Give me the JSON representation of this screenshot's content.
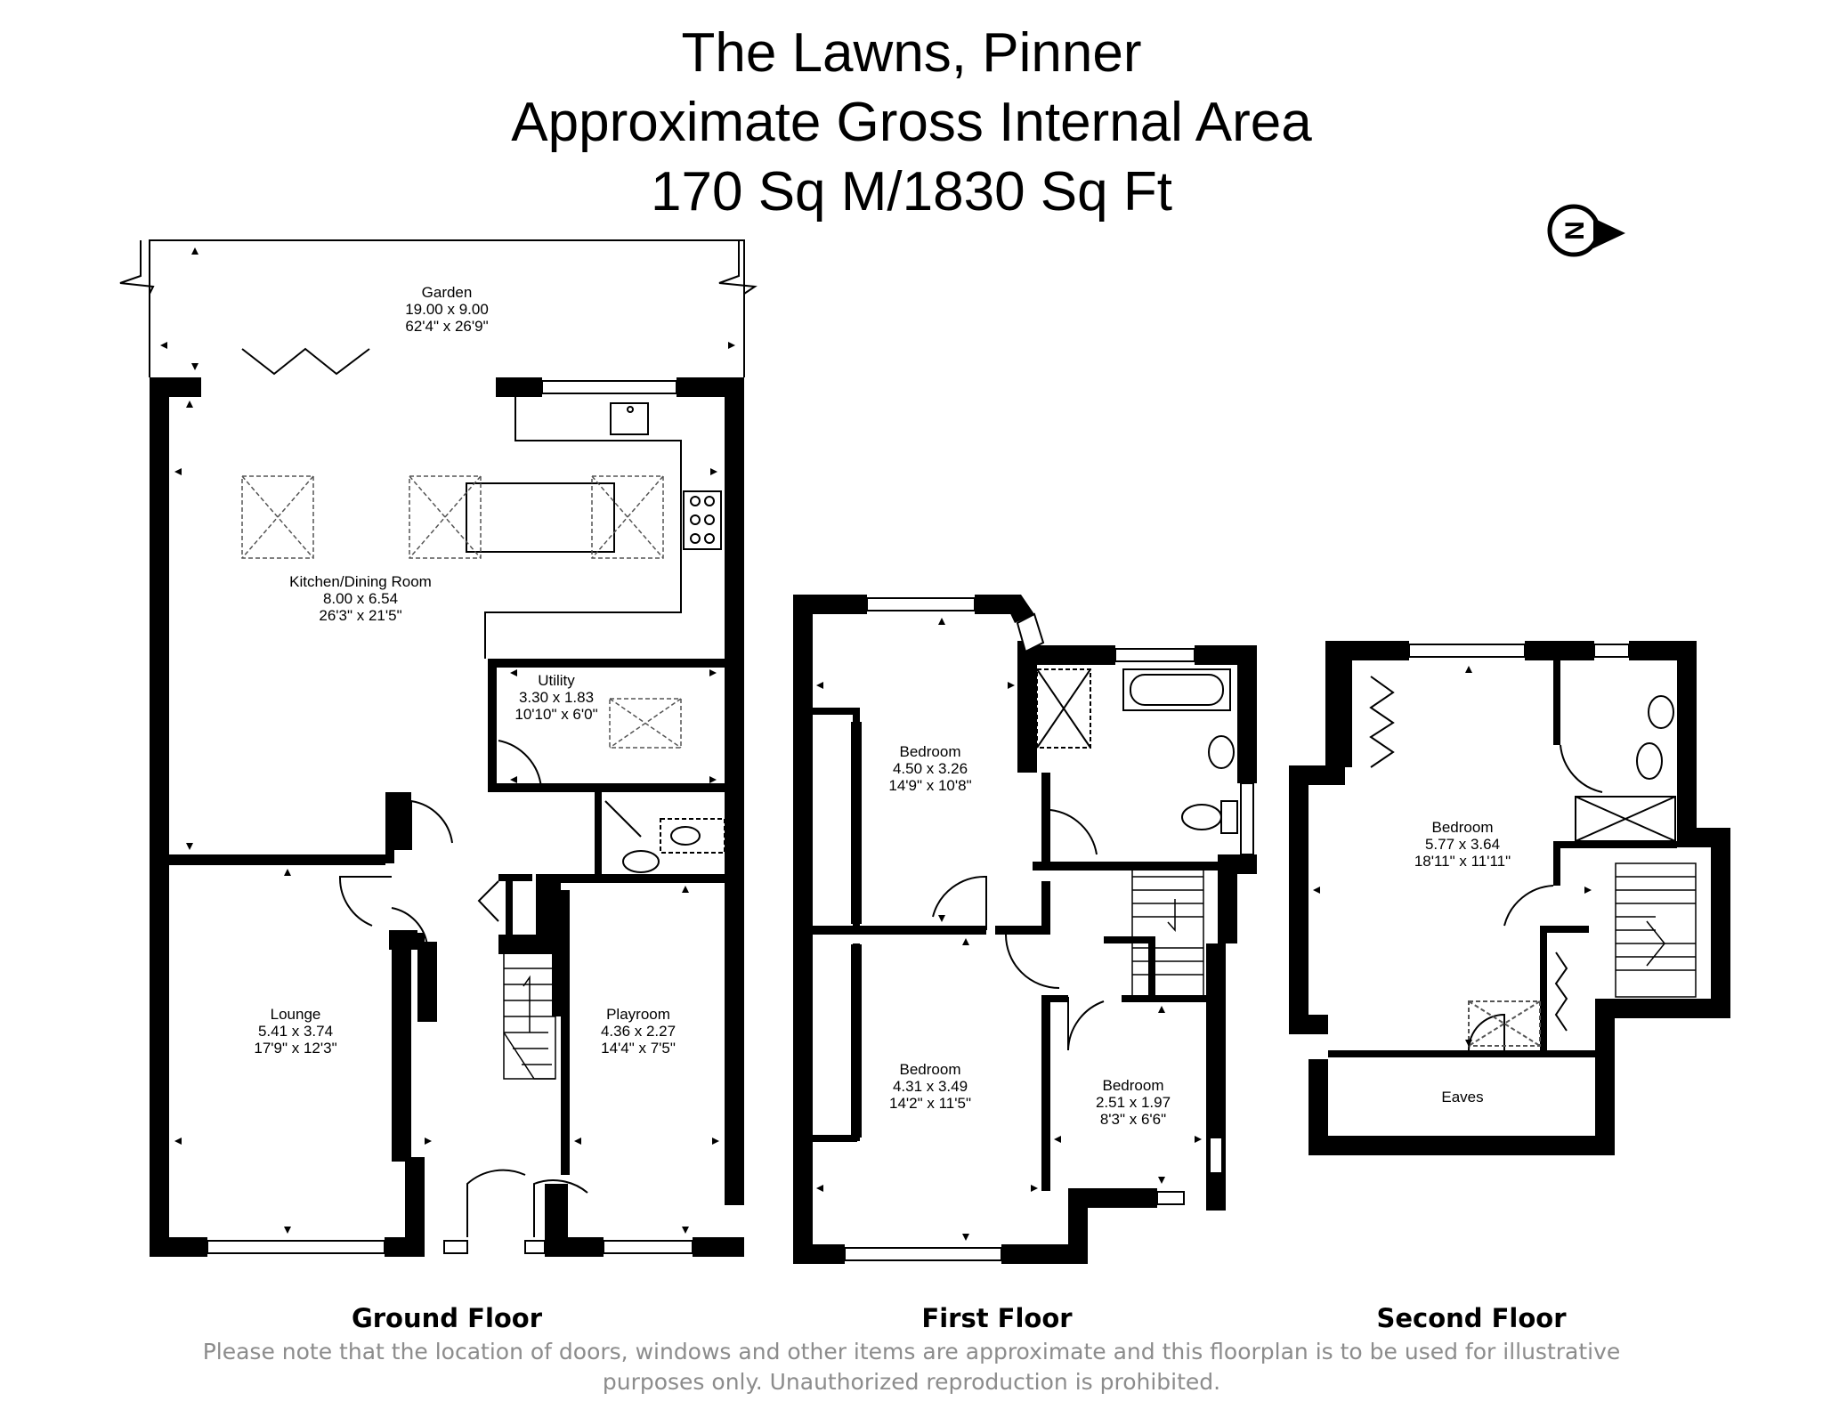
{
  "header": {
    "title": "The Lawns, Pinner",
    "subtitle": "Approximate Gross Internal Area",
    "area": "170 Sq M/1830 Sq Ft"
  },
  "compass": {
    "letter": "N",
    "icon": "compass-icon"
  },
  "floors": {
    "ground": {
      "label": "Ground Floor"
    },
    "first": {
      "label": "First Floor"
    },
    "second": {
      "label": "Second Floor"
    }
  },
  "rooms": {
    "garden": {
      "name": "Garden",
      "metric": "19.00 x 9.00",
      "imperial": "62'4\" x 26'9\""
    },
    "kitchen": {
      "name": "Kitchen/Dining Room",
      "metric": "8.00 x 6.54",
      "imperial": "26'3\" x 21'5\""
    },
    "utility": {
      "name": "Utility",
      "metric": "3.30 x 1.83",
      "imperial": "10'10\" x 6'0\""
    },
    "lounge": {
      "name": "Lounge",
      "metric": "5.41 x 3.74",
      "imperial": "17'9\" x 12'3\""
    },
    "playroom": {
      "name": "Playroom",
      "metric": "4.36 x 2.27",
      "imperial": "14'4\" x 7'5\""
    },
    "bedroom_ff1": {
      "name": "Bedroom",
      "metric": "4.50 x 3.26",
      "imperial": "14'9\" x 10'8\""
    },
    "bedroom_ff2": {
      "name": "Bedroom",
      "metric": "4.31 x 3.49",
      "imperial": "14'2\" x 11'5\""
    },
    "bedroom_ff3": {
      "name": "Bedroom",
      "metric": "2.51 x 1.97",
      "imperial": "8'3\" x 6'6\""
    },
    "bedroom_sf": {
      "name": "Bedroom",
      "metric": "5.77 x 3.64",
      "imperial": "18'11\" x 11'11\""
    },
    "eaves": {
      "name": "Eaves"
    }
  },
  "disclaimer": {
    "line1": "Please note that the location of doors, windows and other items are approximate and this floorplan is to be used for illustrative",
    "line2": "purposes only. Unauthorized reproduction is prohibited."
  }
}
